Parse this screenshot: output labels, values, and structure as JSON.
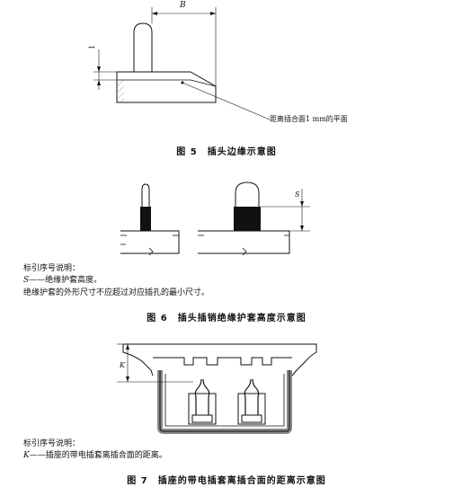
{
  "figure5": {
    "dimension_b": "B",
    "dimension_1": "1",
    "callout": "距离插合面1 mm的平面",
    "caption": "图 5　插头边缘示意图"
  },
  "figure6": {
    "dimension_s": "S",
    "legend_title": "标引序号说明：",
    "legend_item_symbol": "S",
    "legend_item_text": "——绝缘护套高度。",
    "note": "绝缘护套的外形尺寸不应超过对应插孔的最小尺寸。",
    "caption": "图 6　插头插销绝缘护套高度示意图"
  },
  "figure7": {
    "dimension_k": "K",
    "legend_title": "标引序号说明：",
    "legend_item_symbol": "K",
    "legend_item_text": "——插座的带电插套离插合面的距离。",
    "caption": "图 7　插座的带电插套离插合面的距离示意图"
  },
  "colors": {
    "line": "#111111",
    "fill_dark": "#111111",
    "hatch": "#555555"
  }
}
